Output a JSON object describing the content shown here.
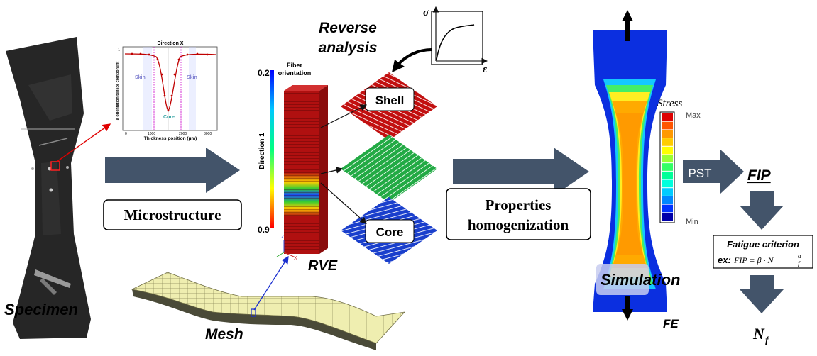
{
  "specimen": {
    "label": "Specimen"
  },
  "inset": {
    "title": "Direction X",
    "ylabel": "a  orientation tensor component",
    "ylabel_sub": "xx",
    "xlabel": "Thickness position (µm)",
    "ytick_top": "1",
    "xticks": [
      "0",
      "1000",
      "2000",
      "3000"
    ],
    "skin_left": "Skin",
    "skin_right": "Skin",
    "core": "Core"
  },
  "microstructure": {
    "label": "Microstructure"
  },
  "mesh": {
    "label": "Mesh"
  },
  "colorbar": {
    "title": "Fiber orientation",
    "top": "0.2",
    "bottom": "0.9",
    "axis": "Direction 1",
    "colors": [
      "#0000ff",
      "#00c8ff",
      "#00ff80",
      "#ffff00",
      "#ff0000"
    ]
  },
  "reverse_analysis": {
    "label": "Reverse analysis",
    "line1": "Reverse",
    "line2": "analysis"
  },
  "curve": {
    "y": "σ",
    "x": "ε"
  },
  "rve": {
    "label": "RVE"
  },
  "layers": {
    "shell": "Shell",
    "core": "Core"
  },
  "properties": {
    "line1": "Properties",
    "line2": "homogenization"
  },
  "fe": {
    "stress_label": "Stress",
    "max": "Max",
    "min": "Min",
    "simulation": "Simulation",
    "fe": "FE",
    "legend_colors": [
      "#dd0000",
      "#ff5500",
      "#ff9900",
      "#ffcc00",
      "#ffff00",
      "#99ff33",
      "#33ff66",
      "#00ff99",
      "#00ffdd",
      "#00ccff",
      "#0088ff",
      "#0033ff",
      "#0000aa"
    ]
  },
  "pst": {
    "label": "PST"
  },
  "fip": {
    "label": "FIP"
  },
  "fatigue": {
    "title": "Fatigue criterion",
    "ex": "ex:",
    "formula": "FIP = β · N",
    "sub": "f",
    "sup": "α"
  },
  "nf": {
    "label": "N",
    "sub": "f"
  }
}
